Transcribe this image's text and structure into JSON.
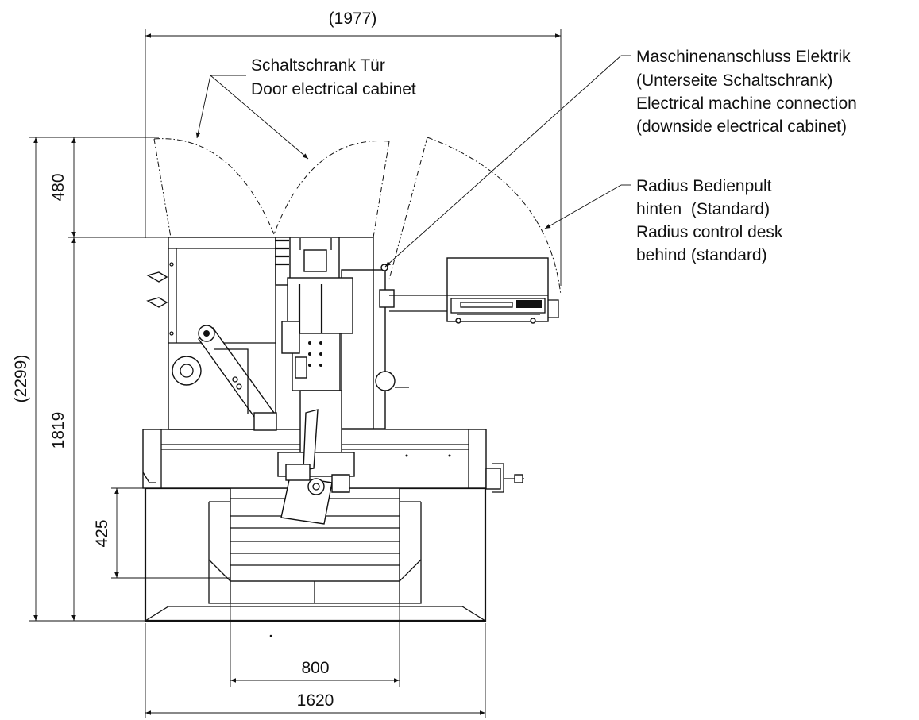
{
  "dimensions": {
    "overall_width": "(1977)",
    "overall_height": "(2299)",
    "door_depth": "480",
    "body_depth": "1819",
    "base_offset": "425",
    "table_width": "800",
    "base_width": "1620"
  },
  "labels": {
    "door_cabinet": {
      "line1": "Schaltschrank Tür",
      "line2": "Door electrical cabinet"
    },
    "machine_connection": {
      "line1": "Maschinenanschluss Elektrik",
      "line2": "(Unterseite Schaltschrank)",
      "line3": "Electrical machine connection",
      "line4": "(downside electrical cabinet)"
    },
    "control_desk": {
      "line1": "Radius Bedienpult",
      "line2": "hinten  (Standard)",
      "line3": "Radius control desk",
      "line4": "behind (standard)"
    }
  }
}
